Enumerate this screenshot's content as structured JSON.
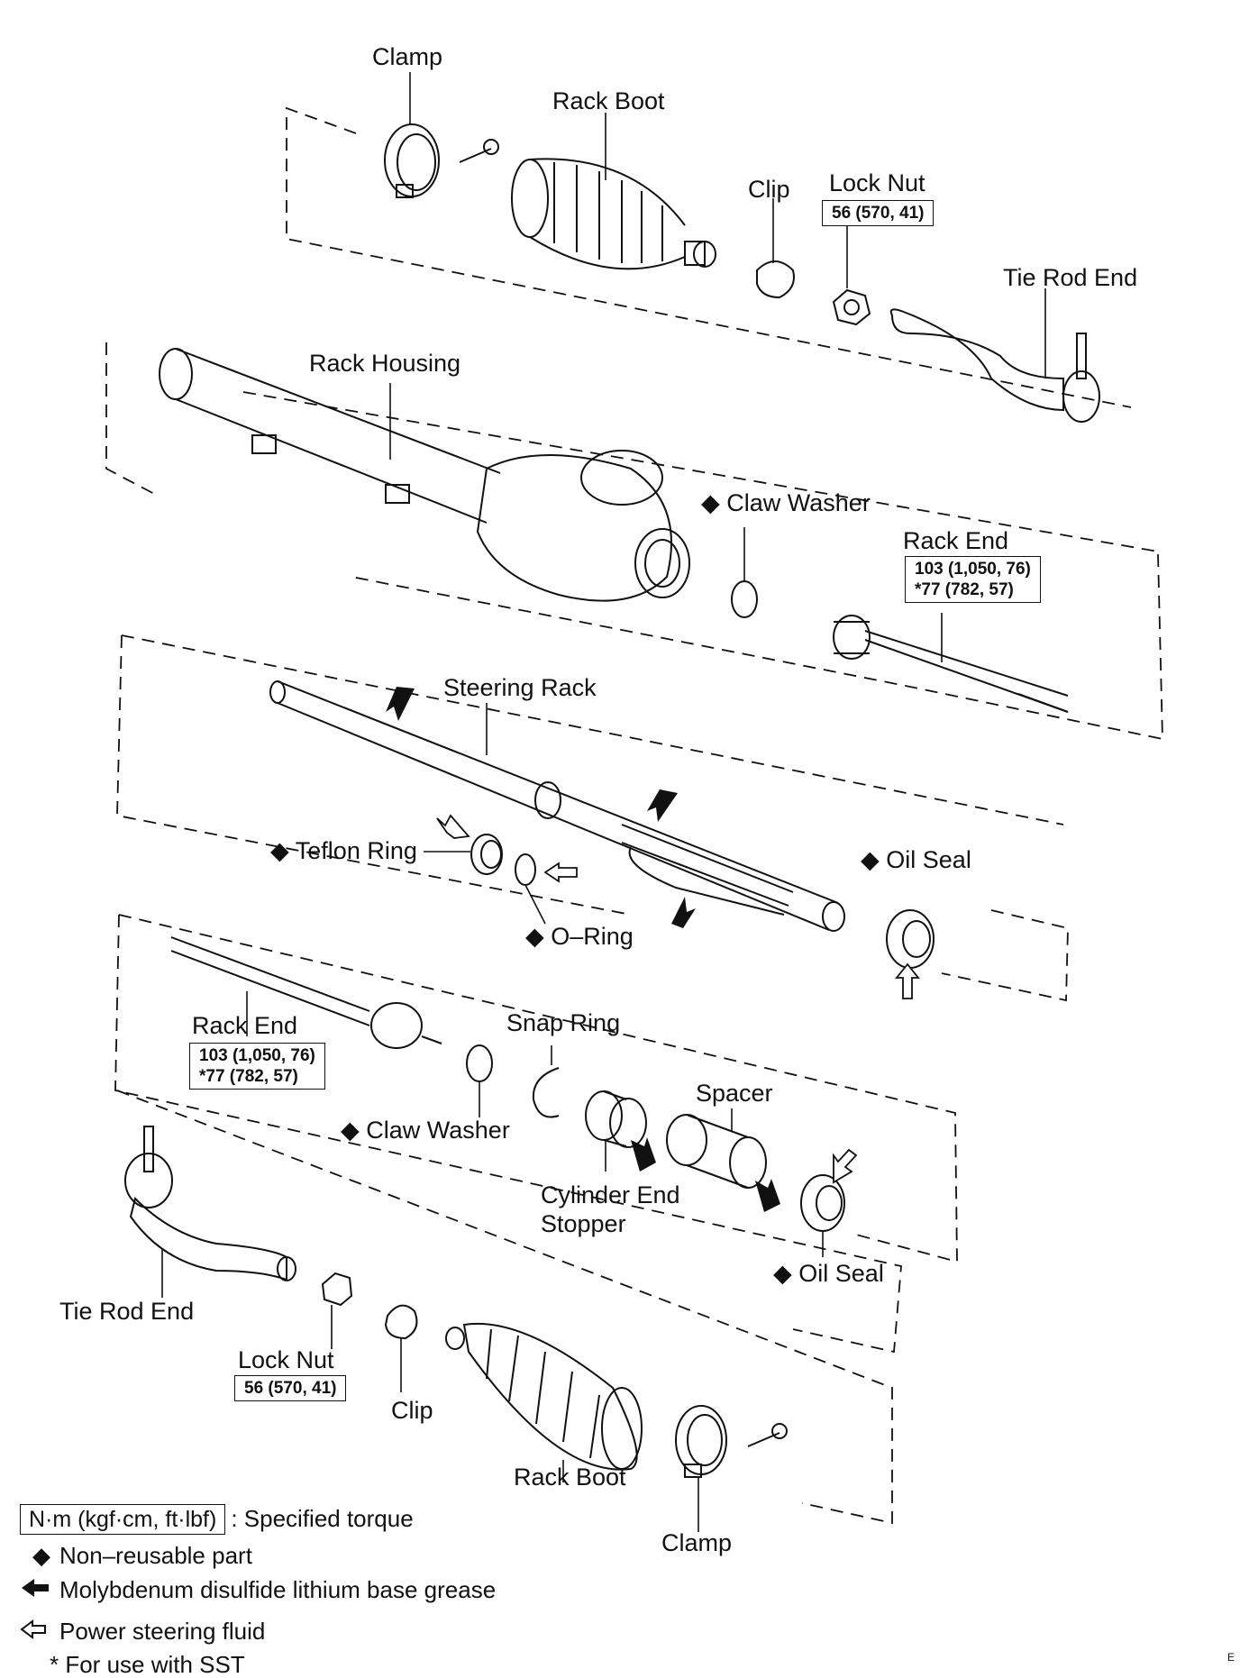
{
  "labels": {
    "clamp_top": "Clamp",
    "rack_boot_top": "Rack Boot",
    "clip_top": "Clip",
    "lock_nut_top": "Lock Nut",
    "lock_nut_top_torque": "56 (570, 41)",
    "tie_rod_end_top": "Tie Rod End",
    "rack_housing": "Rack Housing",
    "claw_washer_top": "Claw Washer",
    "rack_end_top": "Rack End",
    "rack_end_top_torque_1": "103 (1,050, 76)",
    "rack_end_top_torque_2": "*77 (782, 57)",
    "steering_rack": "Steering Rack",
    "teflon_ring": "Teflon Ring",
    "o_ring": "O–Ring",
    "oil_seal_top": "Oil Seal",
    "rack_end_bottom": "Rack End",
    "rack_end_bottom_torque_1": "103 (1,050, 76)",
    "rack_end_bottom_torque_2": "*77 (782, 57)",
    "snap_ring": "Snap Ring",
    "claw_washer_bottom": "Claw Washer",
    "spacer": "Spacer",
    "cylinder_end_stopper_1": "Cylinder End",
    "cylinder_end_stopper_2": "Stopper",
    "oil_seal_bottom": "Oil Seal",
    "tie_rod_end_bottom": "Tie Rod End",
    "lock_nut_bottom": "Lock Nut",
    "lock_nut_bottom_torque": "56 (570, 41)",
    "clip_bottom": "Clip",
    "rack_boot_bottom": "Rack Boot",
    "clamp_bottom": "Clamp",
    "diamond": "◆"
  },
  "legend": {
    "torque_box": "N·m (kgf·cm, ft·lbf)",
    "torque_text": ": Specified torque",
    "non_reusable_symbol": "◆",
    "non_reusable_text": "Non–reusable part",
    "grease_symbol": "🡄",
    "grease_text": "Molybdenum disulfide lithium base grease",
    "fluid_symbol": "⇦",
    "fluid_text": "Power steering fluid",
    "sst_text": "* For use with SST"
  },
  "corner_mark": "E"
}
